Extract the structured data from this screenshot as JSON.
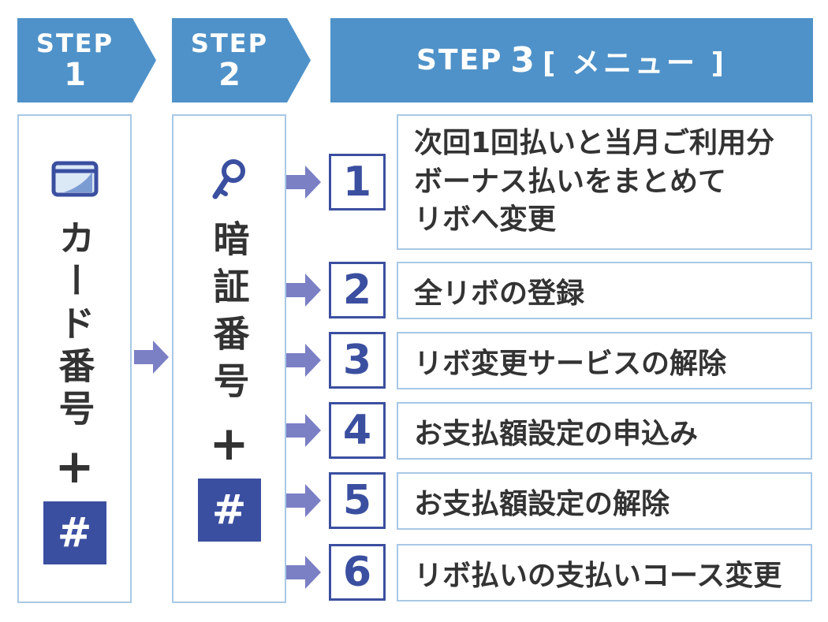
{
  "step1": {
    "word": "STEP",
    "num": "1",
    "label": "カード番号",
    "plus": "+",
    "hash": "#",
    "icon": "credit-card-icon"
  },
  "step2": {
    "word": "STEP",
    "num": "2",
    "label": "暗証番号",
    "plus": "+",
    "hash": "#",
    "icon": "key-icon"
  },
  "step3": {
    "word": "STEP",
    "num": "3",
    "menu": "[ メニュー ]"
  },
  "menu": [
    {
      "num": "1",
      "label": "次回1回払いと当月ご利用分\nボーナス払いをまとめて\nリボへ変更"
    },
    {
      "num": "2",
      "label": "全リボの登録"
    },
    {
      "num": "3",
      "label": "リボ変更サービスの解除"
    },
    {
      "num": "4",
      "label": "お支払額設定の申込み"
    },
    {
      "num": "5",
      "label": "お支払額設定の解除"
    },
    {
      "num": "6",
      "label": "リボ払いの支払いコース変更"
    }
  ],
  "colors": {
    "header": "#4f92c9",
    "border": "#a8c8e6",
    "accent": "#3b4fa0",
    "arrow": "#7b7fc4"
  }
}
